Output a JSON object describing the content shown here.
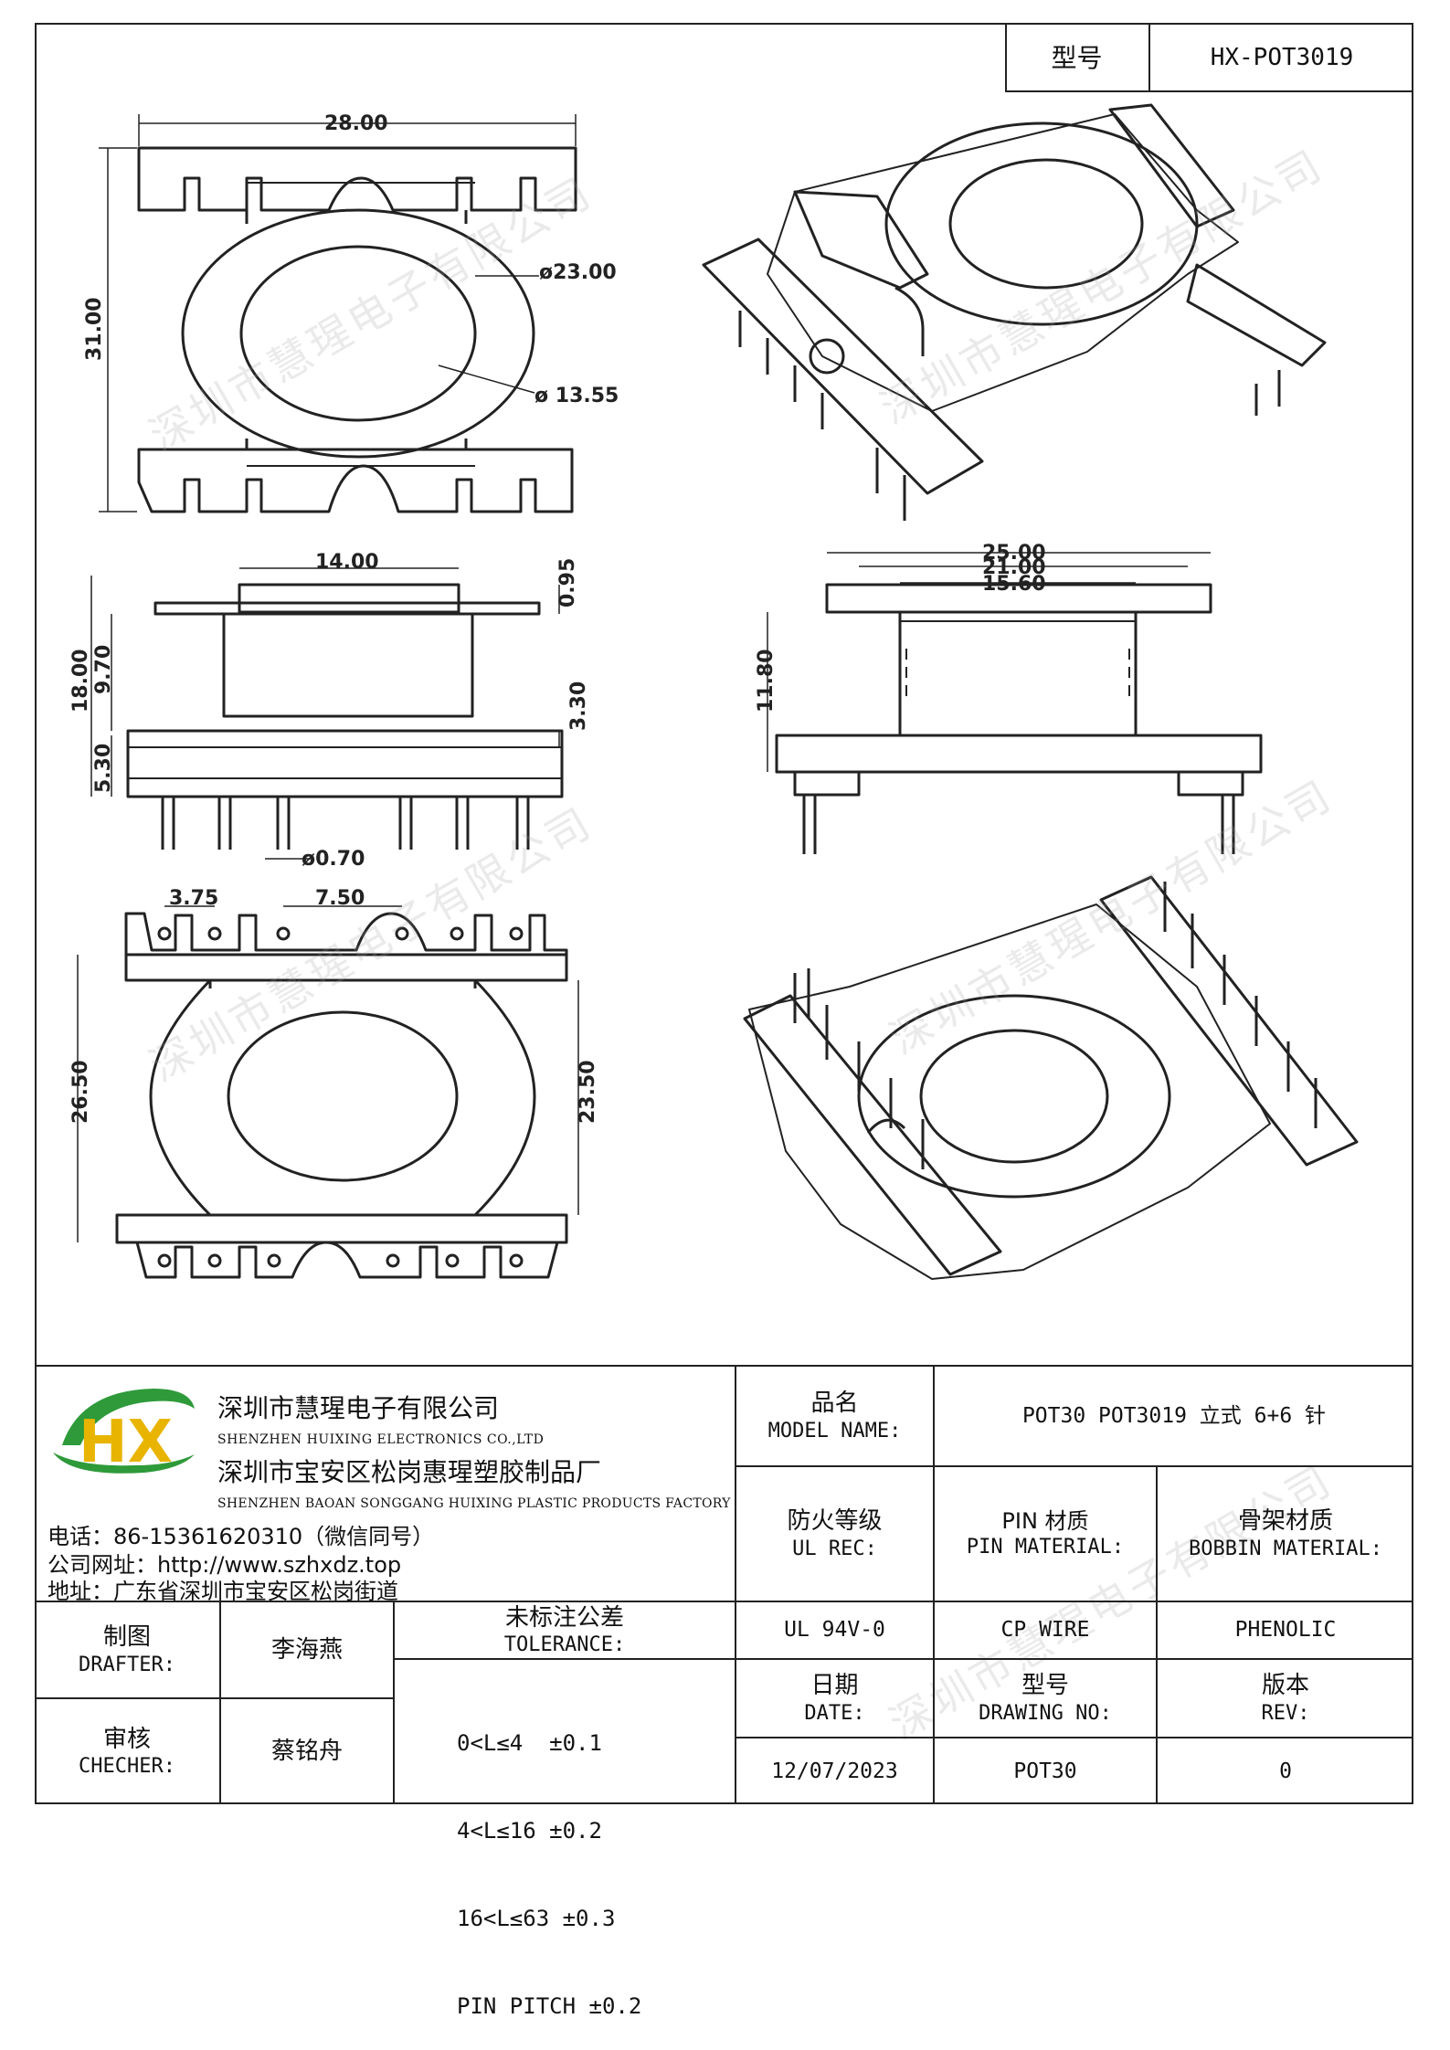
{
  "header": {
    "model_label": "型号",
    "model_value": "HX-POT3019"
  },
  "drawing": {
    "top_view": {
      "width": "28.00",
      "height": "31.00",
      "outer_dia": "ø23.00",
      "inner_dia": "ø 13.55"
    },
    "front_view": {
      "top_width": "14.00",
      "flange": "0.95",
      "total_height": "18.00",
      "body_height": "9.70",
      "base_height": "5.30",
      "base_top": "3.30",
      "pin_dia": "ø0.70"
    },
    "side_view": {
      "w1": "25.00",
      "w2": "21.00",
      "w3": "15.60",
      "height": "11.80"
    },
    "bottom_view": {
      "pitch1": "3.75",
      "pitch2": "7.50",
      "outer": "26.50",
      "inner": "23.50"
    },
    "watermark": "深圳市慧瑆电子有限公司"
  },
  "company": {
    "logo_text": "HX",
    "name_cn": "深圳市慧瑆电子有限公司",
    "name_en": "SHENZHEN HUIXING ELECTRONICS CO.,LTD",
    "factory_cn": "深圳市宝安区松岗惠瑆塑胶制品厂",
    "factory_en": "SHENZHEN BAOAN SONGGANG HUIXING PLASTIC PRODUCTS FACTORY",
    "phone": "电话：86-15361620310（微信同号）",
    "website": "公司网址：http://www.szhxdz.top",
    "address": "地址：广东省深圳市宝安区松岗街道"
  },
  "titleblock": {
    "model_name_cn": "品名",
    "model_name_en": "MODEL NAME:",
    "model_name_value": "POT30 POT3019 立式 6+6 针",
    "fire_cn": "防火等级",
    "fire_en": "UL REC:",
    "fire_value": "UL 94V-0",
    "pin_cn": "PIN 材质",
    "pin_en": "PIN MATERIAL:",
    "pin_value": "CP WIRE",
    "bobbin_cn": "骨架材质",
    "bobbin_en": "BOBBIN MATERIAL:",
    "bobbin_value": "PHENOLIC",
    "drafter_cn": "制图",
    "drafter_en": "DRAFTER:",
    "drafter_value": "李海燕",
    "checker_cn": "审核",
    "checker_en": "CHECHER:",
    "checker_value": "蔡铭舟",
    "tol_cn": "未标注公差",
    "tol_en": "TOLERANCE:",
    "tol_lines": [
      "0<L≤4  ±0.1",
      "4<L≤16 ±0.2",
      "16<L≤63 ±0.3",
      "PIN PITCH ±0.2"
    ],
    "date_cn": "日期",
    "date_en": "DATE:",
    "date_value": "12/07/2023",
    "drawno_cn": "型号",
    "drawno_en": "DRAWING NO:",
    "drawno_value": "POT30",
    "rev_cn": "版本",
    "rev_en": "REV:",
    "rev_value": "0"
  }
}
